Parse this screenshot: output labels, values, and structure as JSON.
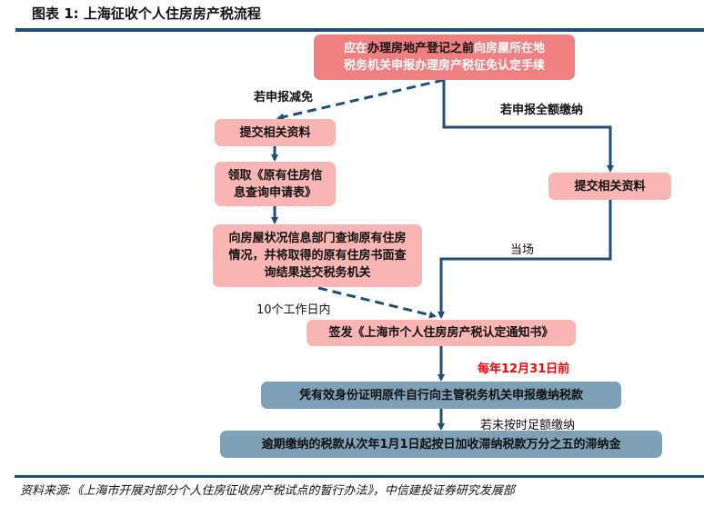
{
  "title": "图表 1: 上海征收个人住房房产税流程",
  "nodes": {
    "start": {
      "part1": "应在",
      "part2": "办理房地产登记之前",
      "part3": "向房屋所在地",
      "line2": "税务机关申报办理房产税征免认定手续"
    },
    "submit_left": "提交相关资料",
    "get_form": "领取《原有住房信息查询申请表》",
    "query": "向房屋状况信息部门查询原有住房情况，并将取得的原有住房书面查询结果送交税务机关",
    "submit_right": "提交相关资料",
    "issue": "签发《上海市个人住房房产税认定通知书》",
    "declare": "凭有效身份证明原件自行向主管税务机关申报缴纳税款",
    "late": "逾期缴纳的税款从次年1月1日起按日加收滞纳税款万分之五的滞纳金"
  },
  "labels": {
    "reduce": "若申报减免",
    "full": "若申报全额缴纳",
    "onsite": "当场",
    "workdays": "10个工作日内",
    "deadline": "每年12月31日前",
    "not_paid": "若未按时足额缴纳"
  },
  "source": "资料来源:《上海市开展对部分个人住房征收房产税试点的暂行办法》，中信建投证券研究发展部",
  "colors": {
    "line": "#1f4e79",
    "deadline": "#ff0000",
    "pink": "#f9b4b4",
    "red_box": "#f08080",
    "blue_box": "#7fa1b7"
  }
}
